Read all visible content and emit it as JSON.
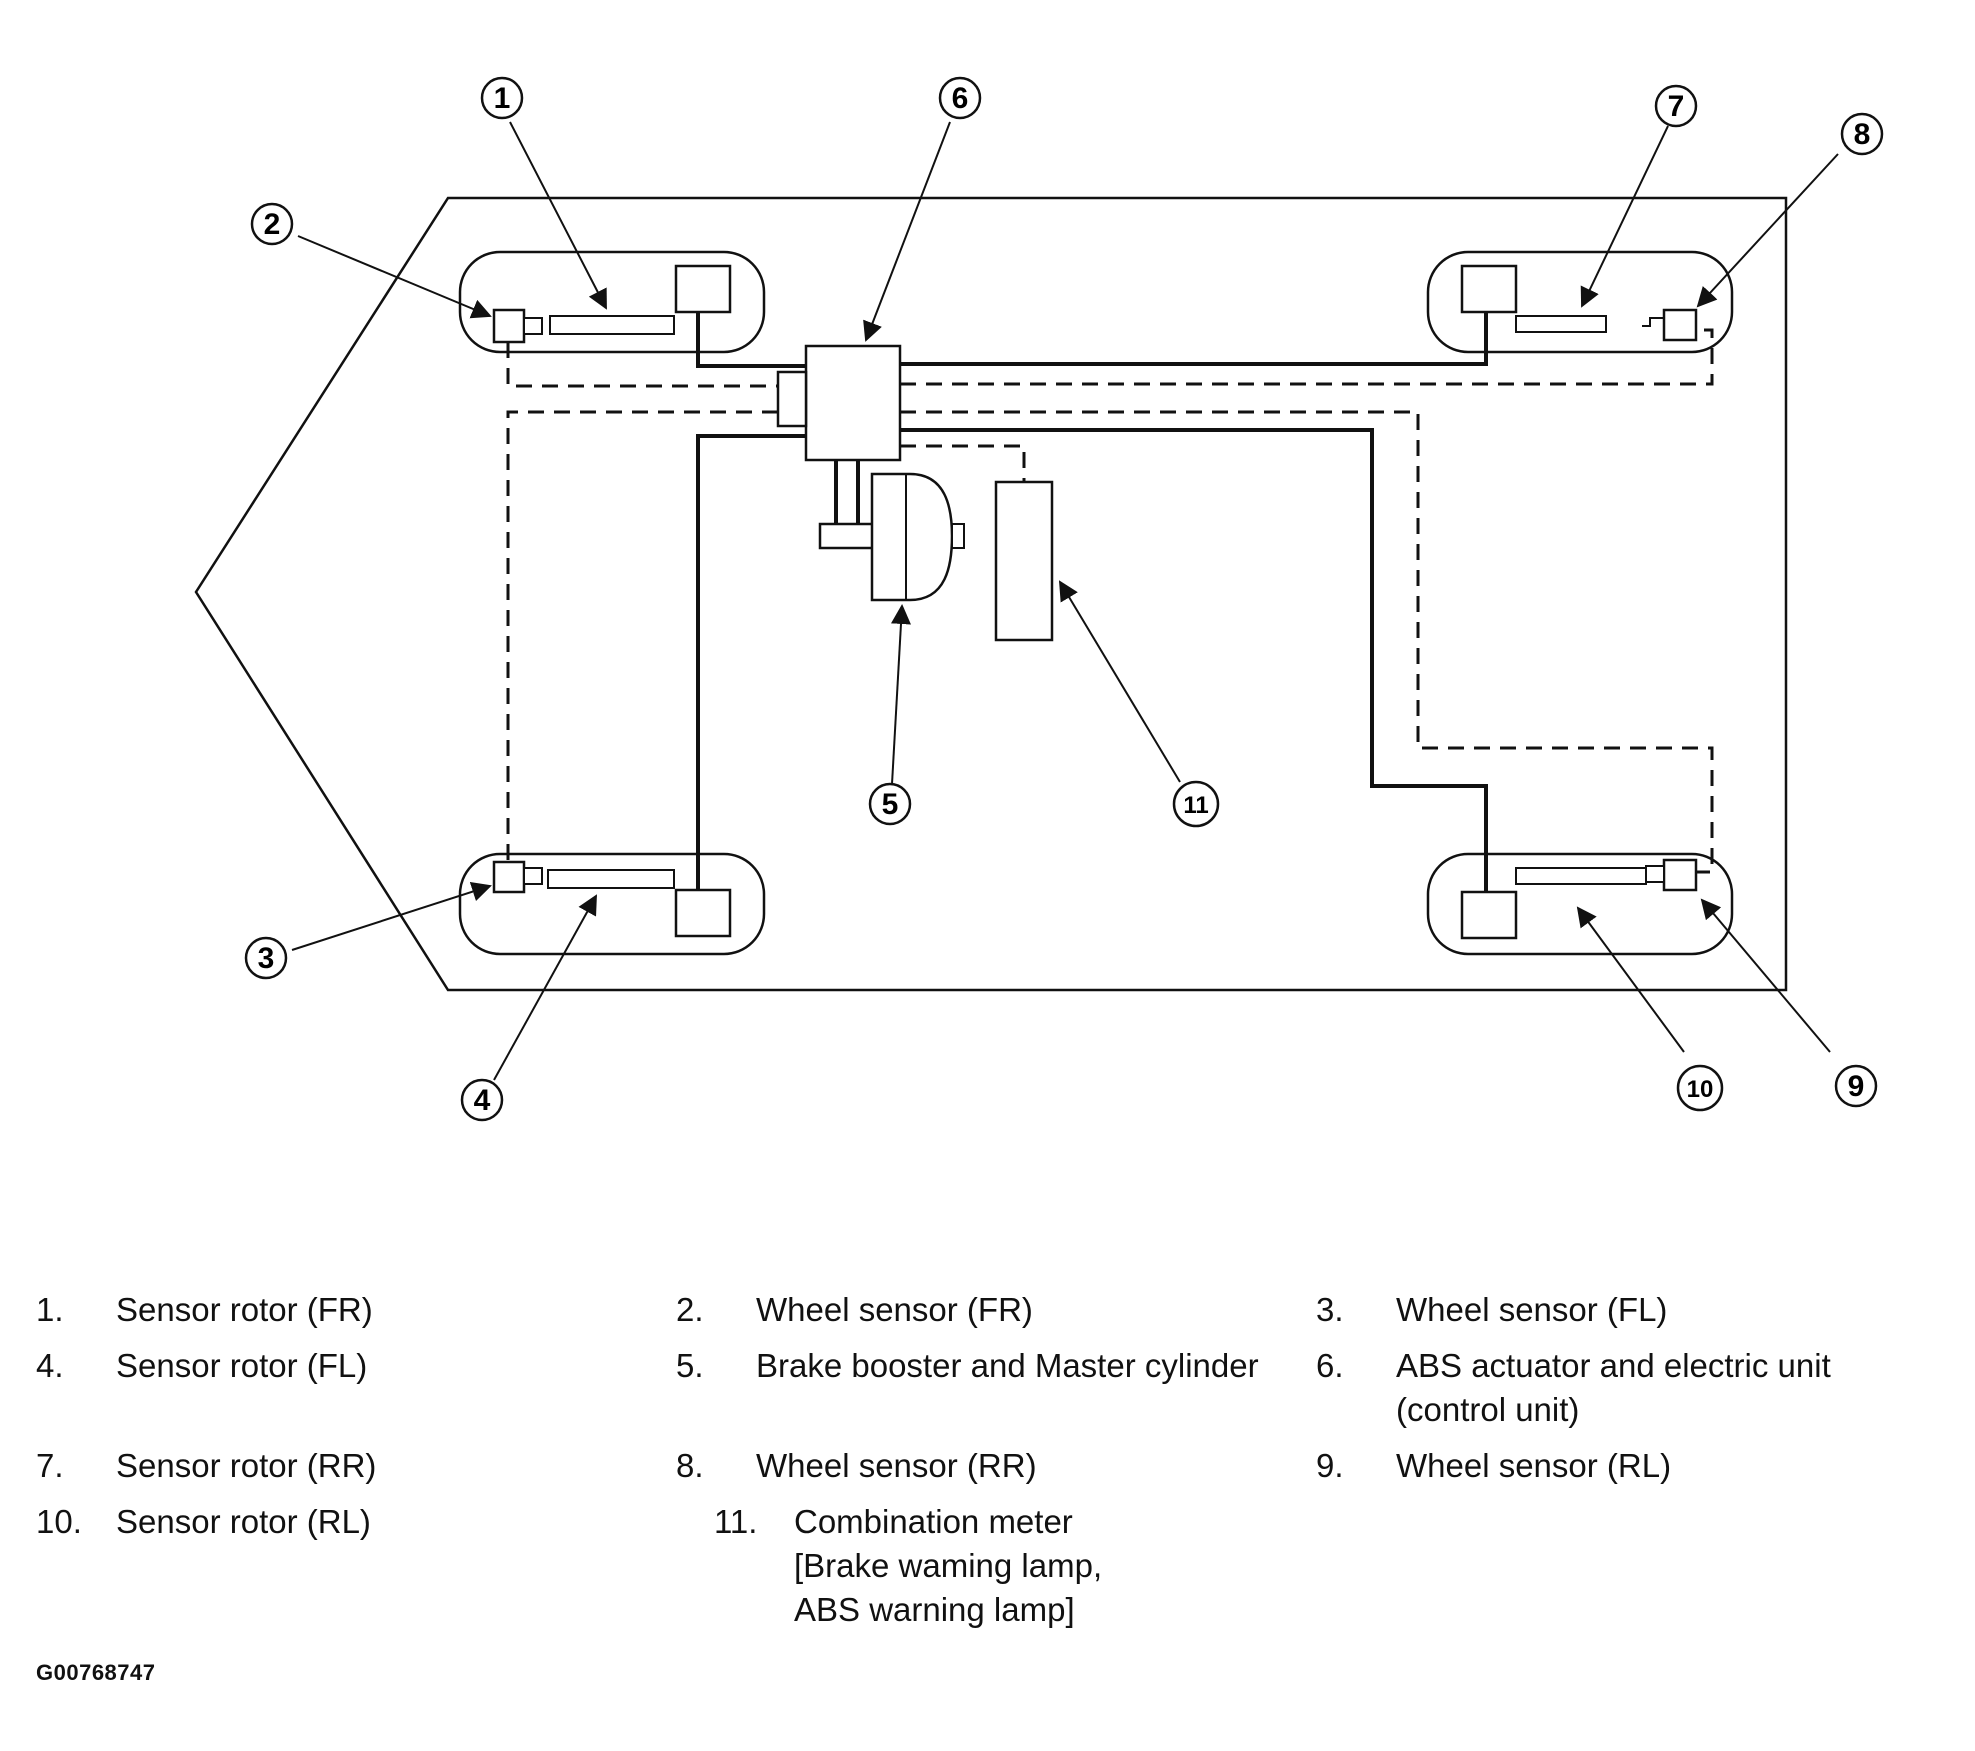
{
  "callouts": {
    "c1": "1",
    "c2": "2",
    "c3": "3",
    "c4": "4",
    "c5": "5",
    "c6": "6",
    "c7": "7",
    "c8": "8",
    "c9": "9",
    "c10": "10",
    "c11": "11"
  },
  "legend": {
    "row1": [
      {
        "num": "1.",
        "lines": [
          "Sensor rotor (FR)"
        ]
      },
      {
        "num": "2.",
        "lines": [
          "Wheel sensor (FR)"
        ]
      },
      {
        "num": "3.",
        "lines": [
          "Wheel sensor (FL)"
        ]
      }
    ],
    "row2": [
      {
        "num": "4.",
        "lines": [
          "Sensor rotor (FL)"
        ]
      },
      {
        "num": "5.",
        "lines": [
          "Brake booster and Master cylinder"
        ]
      },
      {
        "num": "6.",
        "lines": [
          "ABS actuator and electric unit",
          "(control unit)"
        ]
      }
    ],
    "row3": [
      {
        "num": "7.",
        "lines": [
          "Sensor rotor (RR)"
        ]
      },
      {
        "num": "8.",
        "lines": [
          "Wheel sensor (RR)"
        ]
      },
      {
        "num": "9.",
        "lines": [
          "Wheel sensor (RL)"
        ]
      }
    ],
    "row4": [
      {
        "num": "10.",
        "lines": [
          "Sensor rotor (RL)"
        ]
      },
      {
        "num": "11.",
        "lines": [
          "Combination meter",
          "[Brake waming lamp,",
          "ABS warning lamp]"
        ]
      }
    ]
  },
  "figure_id": "G00768747"
}
